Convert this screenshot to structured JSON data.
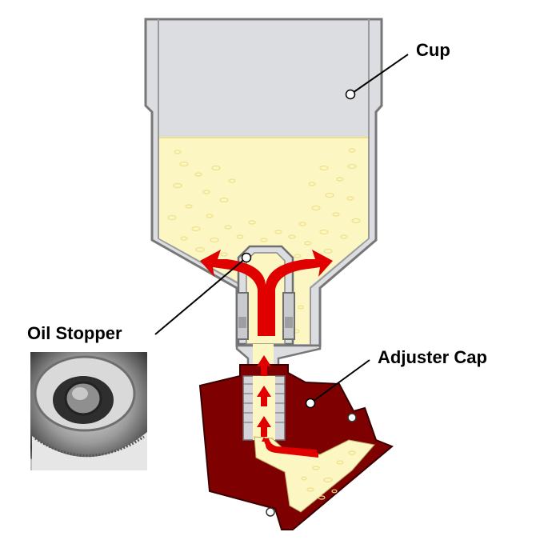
{
  "labels": {
    "cup": "Cup",
    "oil_stopper": "Oil Stopper",
    "adjuster_cap": "Adjuster Cap"
  },
  "colors": {
    "cup_body": "#dcdde0",
    "cup_outline": "#777777",
    "oil": "#fbf6c2",
    "bubble": "#eee08a",
    "flow_arrow": "#e00000",
    "cap_body": "#7e0000",
    "leader": "#000000"
  }
}
